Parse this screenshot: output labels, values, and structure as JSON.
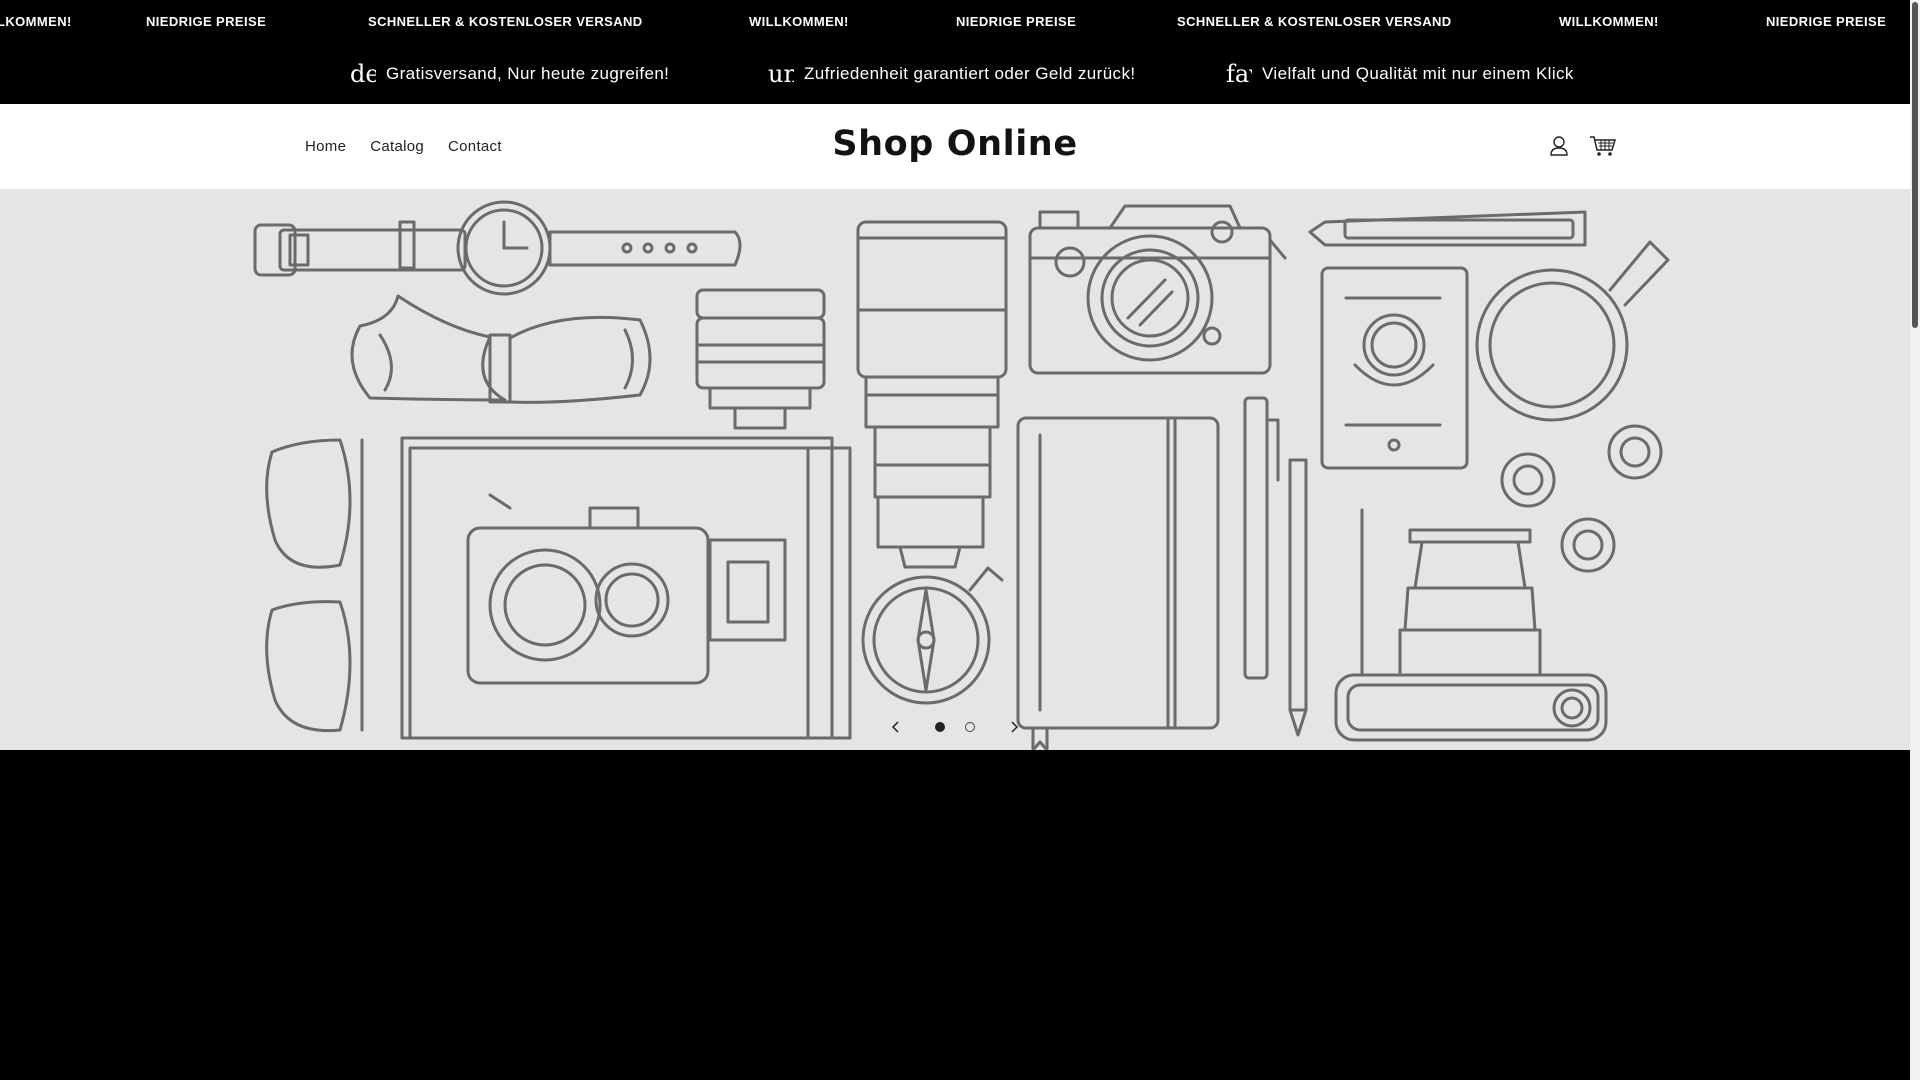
{
  "marquee": {
    "items": [
      "WILLKOMMEN!",
      "NIEDRIGE PREISE",
      "SCHNELLER & KOSTENLOSER VERSAND",
      "WILLKOMMEN!",
      "NIEDRIGE PREISE",
      "SCHNELLER & KOSTENLOSER VERSAND",
      "WILLKOMMEN!",
      "NIEDRIGE PREISE"
    ]
  },
  "promo": {
    "items": [
      {
        "icon_text": "de",
        "text": "Gratisversand, Nur heute zugreifen!"
      },
      {
        "icon_text": "un",
        "text": "Zufriedenheit garantiert oder Geld zurück!"
      },
      {
        "icon_text": "fav",
        "text": "Vielfalt und Qualität mit nur einem Klick"
      }
    ]
  },
  "header": {
    "brand": "Shop Online",
    "nav": [
      "Home",
      "Catalog",
      "Contact"
    ],
    "account_icon": "user-icon",
    "cart_icon": "cart-icon"
  },
  "hero": {
    "slide_count": 2,
    "active_slide": 1,
    "prev_icon": "chevron-left-icon",
    "next_icon": "chevron-right-icon"
  },
  "colors": {
    "bar_bg": "#000000",
    "bar_text": "#ffffff",
    "header_bg": "#ffffff",
    "hero_bg": "#e5e5e5",
    "illustration_stroke": "#6b6b6b"
  }
}
